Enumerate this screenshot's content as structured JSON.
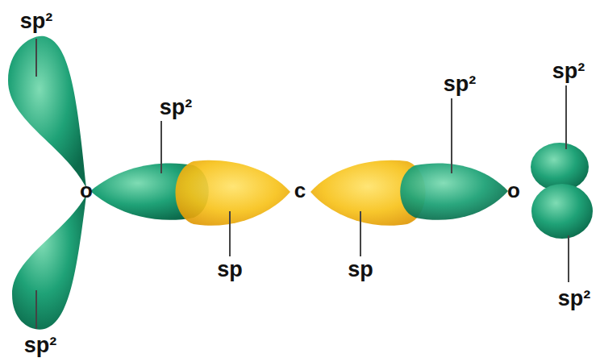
{
  "diagram": {
    "labels": [
      "sp²",
      "sp²",
      "sp²",
      "sp²",
      "o",
      "c",
      "o",
      "sp",
      "sp",
      "sp²",
      "sp²"
    ]
  }
}
